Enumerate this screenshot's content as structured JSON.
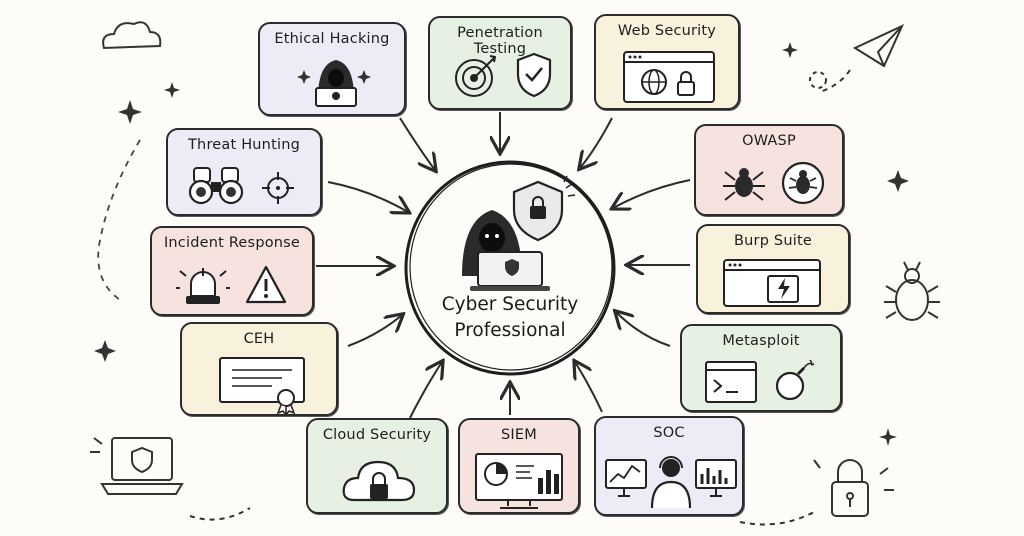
{
  "center": {
    "line1": "Cyber Security",
    "line2": "Professional"
  },
  "nodes": {
    "ethical_hacking": "Ethical Hacking",
    "penetration_testing": "Penetration Testing",
    "web_security": "Web Security",
    "threat_hunting": "Threat Hunting",
    "owasp": "OWASP",
    "incident_response": "Incident Response",
    "burp_suite": "Burp Suite",
    "ceh": "CEH",
    "metasploit": "Metasploit",
    "cloud_security": "Cloud Security",
    "siem": "SIEM",
    "soc": "SOC"
  },
  "colors": {
    "lavender": "#ececf7",
    "mint": "#e6f1e3",
    "cream": "#f8f2dc",
    "pink": "#f6e3e0",
    "ink": "#2b2b2b"
  }
}
